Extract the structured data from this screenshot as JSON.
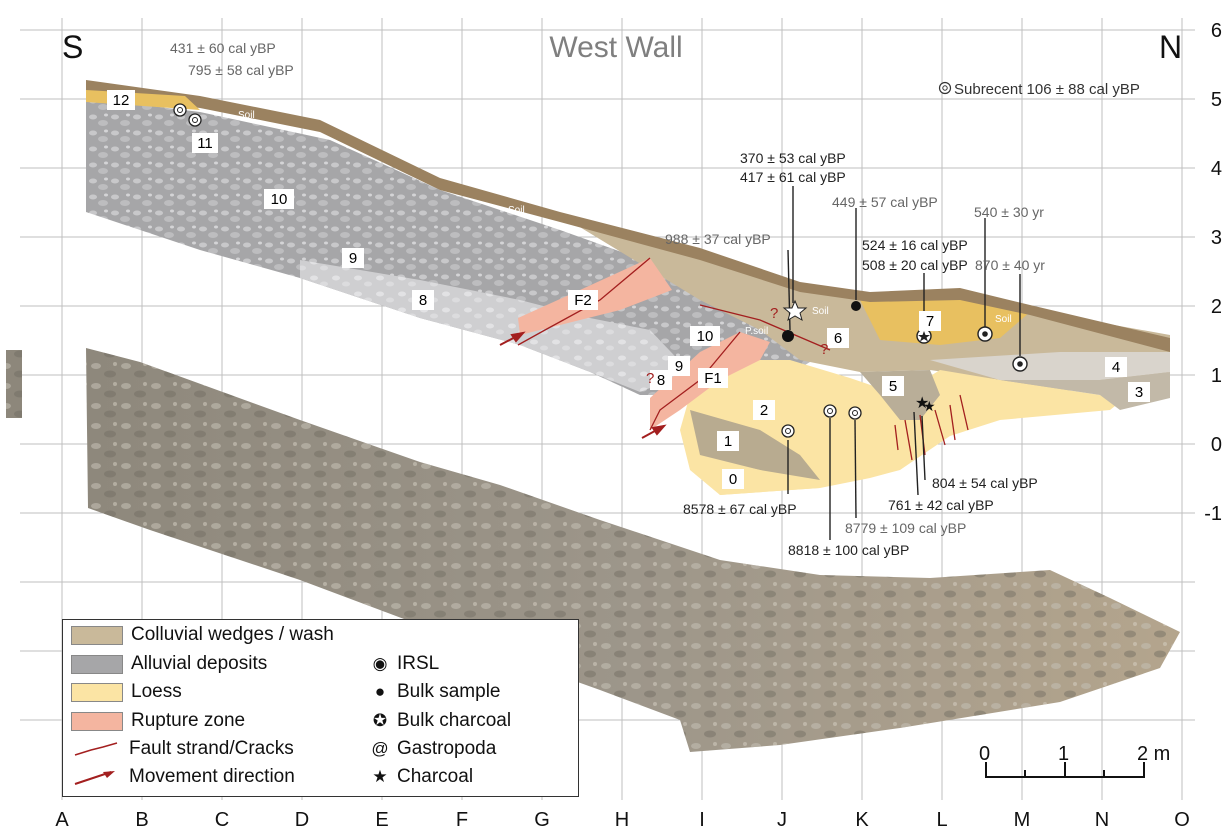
{
  "title": "West Wall",
  "dir_left": "S",
  "dir_right": "N",
  "col_labels": [
    "A",
    "B",
    "C",
    "D",
    "E",
    "F",
    "G",
    "H",
    "I",
    "J",
    "K",
    "L",
    "M",
    "N",
    "O"
  ],
  "row_labels": [
    "6",
    "5",
    "4",
    "3",
    "2",
    "1",
    "0",
    "-1"
  ],
  "units": [
    {
      "id": "u12",
      "text": "12"
    },
    {
      "id": "u11",
      "text": "11"
    },
    {
      "id": "u10a",
      "text": "10"
    },
    {
      "id": "u9a",
      "text": "9"
    },
    {
      "id": "u8a",
      "text": "8"
    },
    {
      "id": "uF2",
      "text": "F2"
    },
    {
      "id": "u10b",
      "text": "10"
    },
    {
      "id": "u9b",
      "text": "9"
    },
    {
      "id": "u8b",
      "text": "8"
    },
    {
      "id": "uF1",
      "text": "F1"
    },
    {
      "id": "u2",
      "text": "2"
    },
    {
      "id": "u1",
      "text": "1"
    },
    {
      "id": "u0",
      "text": "0"
    },
    {
      "id": "u6",
      "text": "6"
    },
    {
      "id": "u5",
      "text": "5"
    },
    {
      "id": "u7",
      "text": "7"
    },
    {
      "id": "u4",
      "text": "4"
    },
    {
      "id": "u3",
      "text": "3"
    }
  ],
  "soil_labels": [
    "Soil",
    "Soil",
    "Soil",
    "Soil",
    "P.soil"
  ],
  "question_marks": [
    "?",
    "?",
    "?"
  ],
  "dates": [
    {
      "id": "d1",
      "text": "431 ± 60 cal yBP",
      "color": "#666666"
    },
    {
      "id": "d2",
      "text": "795 ± 58 cal yBP",
      "color": "#666666"
    },
    {
      "id": "d3",
      "text": "Subrecent 106 ± 88 cal yBP",
      "color": "#333333"
    },
    {
      "id": "d4",
      "text": "370 ± 53 cal yBP",
      "color": "#222222"
    },
    {
      "id": "d5",
      "text": "417 ± 61 cal yBP",
      "color": "#222222"
    },
    {
      "id": "d6",
      "text": "449 ± 57 cal yBP",
      "color": "#666666"
    },
    {
      "id": "d7",
      "text": "540 ± 30 yr",
      "color": "#666666"
    },
    {
      "id": "d8",
      "text": "988 ± 37 cal yBP",
      "color": "#666666"
    },
    {
      "id": "d9",
      "text": "524 ± 16 cal yBP",
      "color": "#222222"
    },
    {
      "id": "d10",
      "text": "508 ± 20 cal yBP",
      "color": "#222222"
    },
    {
      "id": "d11",
      "text": "870 ± 40 yr",
      "color": "#666666"
    },
    {
      "id": "d12",
      "text": "804 ± 54 cal yBP",
      "color": "#222222"
    },
    {
      "id": "d13",
      "text": "761 ± 42 cal yBP",
      "color": "#222222"
    },
    {
      "id": "d14",
      "text": "8578 ± 67 cal yBP",
      "color": "#222222"
    },
    {
      "id": "d15",
      "text": "8779 ± 109 cal yBP",
      "color": "#666666"
    },
    {
      "id": "d16",
      "text": "8818 ± 100 cal yBP",
      "color": "#222222"
    }
  ],
  "legend": {
    "fills": [
      {
        "label": "Colluvial wedges / wash",
        "color": "#c9b99a"
      },
      {
        "label": "Alluvial deposits",
        "color": "#a6a6a8"
      },
      {
        "label": "Loess",
        "color": "#fbe4a4"
      },
      {
        "label": "Rupture zone",
        "color": "#f4b5a0"
      }
    ],
    "lines": [
      {
        "label": "Fault strand/Cracks",
        "color": "#a31f1f"
      },
      {
        "label": "Movement direction",
        "color": "#a31f1f"
      }
    ],
    "symbols": [
      {
        "label": "IRSL",
        "icon": "irsl-icon"
      },
      {
        "label": "Bulk sample",
        "icon": "bulk-sample-icon"
      },
      {
        "label": "Bulk charcoal",
        "icon": "bulk-charcoal-icon"
      },
      {
        "label": "Gastropoda",
        "icon": "gastropoda-icon"
      },
      {
        "label": "Charcoal",
        "icon": "charcoal-icon"
      }
    ]
  },
  "scale": {
    "ticks": [
      "0",
      "1",
      "2 m"
    ]
  },
  "colors": {
    "soil": "#9b8260",
    "colluvium": "#c9b99a",
    "alluvium": "#a6a6a8",
    "alluvium_light": "#d0d0d2",
    "loess": "#fbe4a4",
    "loess_dark": "#e8c060",
    "rupture": "#f4b5a0",
    "fault": "#a31f1f",
    "grid": "#bfbfbf"
  }
}
